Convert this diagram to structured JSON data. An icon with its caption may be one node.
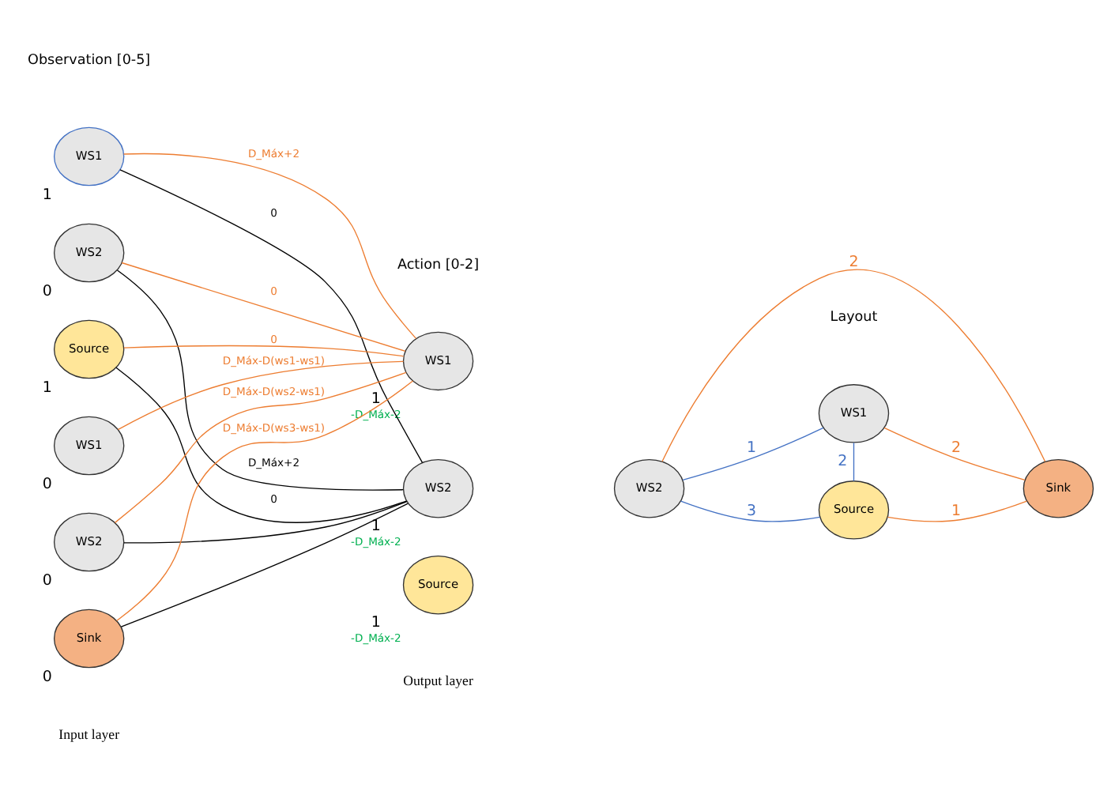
{
  "diagram": {
    "nodes": [
      {
        "text": [
          "WS1"
        ],
        "beside": [
          "1"
        ]
      },
      {
        "text": [
          "WS2"
        ],
        "beside": [
          "0"
        ]
      },
      {
        "text": [
          "Source"
        ],
        "beside": [
          "1"
        ]
      },
      {
        "text": [
          "WS1"
        ],
        "beside": [
          "0"
        ]
      },
      {
        "text": [
          "WS2"
        ],
        "beside": [
          "0"
        ]
      },
      {
        "text": [
          "Sink"
        ],
        "beside": [
          "0"
        ]
      },
      {
        "text": [
          "WS1"
        ],
        "beside": [
          "1",
          "-D_Máx-2"
        ]
      },
      {
        "text": [
          "WS2"
        ],
        "beside": [
          "1",
          "-D_Máx-2"
        ]
      },
      {
        "text": [
          "Source"
        ],
        "beside": [
          "1",
          "-D_Máx-2"
        ]
      },
      {
        "text": [
          "WS1"
        ]
      },
      {
        "text": [
          "WS2"
        ]
      },
      {
        "text": [
          "Source"
        ]
      },
      {
        "text": [
          "Sink"
        ]
      }
    ],
    "edges": [
      {
        "from": 0,
        "to": 6,
        "arrow": "none",
        "label": "D_Máx+2"
      },
      {
        "from": 0,
        "to": 7,
        "arrow": "none",
        "label": "0",
        "color": "#000000"
      },
      {
        "from": 1,
        "to": 6,
        "arrow": "none",
        "label": "0"
      },
      {
        "from": 1,
        "to": 7,
        "arrow": "none",
        "label": "D_Máx+2",
        "color": "#000000"
      },
      {
        "from": 2,
        "to": 6,
        "arrow": "none",
        "label": "0"
      },
      {
        "from": 2,
        "to": 7,
        "arrow": "none",
        "label": "0",
        "color": "#000000"
      },
      {
        "from": 3,
        "to": 6,
        "arrow": "none",
        "label": "D_Máx-D(ws1-ws1)"
      },
      {
        "from": 4,
        "to": 6,
        "arrow": "none",
        "label": "D_Máx-D(ws2-ws1)"
      },
      {
        "from": 4,
        "to": 7,
        "arrow": "none",
        "color": "#000000"
      },
      {
        "from": 5,
        "to": 6,
        "arrow": "none",
        "label": "D_Máx-D(ws3-ws1)"
      },
      {
        "from": 5,
        "to": 7,
        "arrow": "none",
        "color": "#000000"
      },
      {
        "from": 9,
        "to": 10,
        "arrow": "none",
        "label": "1",
        "color": "#4472c4"
      },
      {
        "from": 9,
        "to": 11,
        "arrow": "none",
        "label": "2",
        "color": "#4472c4"
      },
      {
        "from": 10,
        "to": 11,
        "arrow": "none",
        "label": "3",
        "color": "#4472c4"
      },
      {
        "from": 9,
        "to": 12,
        "arrow": "none",
        "label": "2"
      },
      {
        "from": 10,
        "to": 12,
        "arrow": "none",
        "label": "2"
      },
      {
        "from": 11,
        "to": 12,
        "arrow": "none",
        "label": "1"
      }
    ],
    "labels": [
      "Observation [0-5]",
      "Action [0-2]",
      "Layout",
      "Input layer",
      "Output layer"
    ]
  }
}
